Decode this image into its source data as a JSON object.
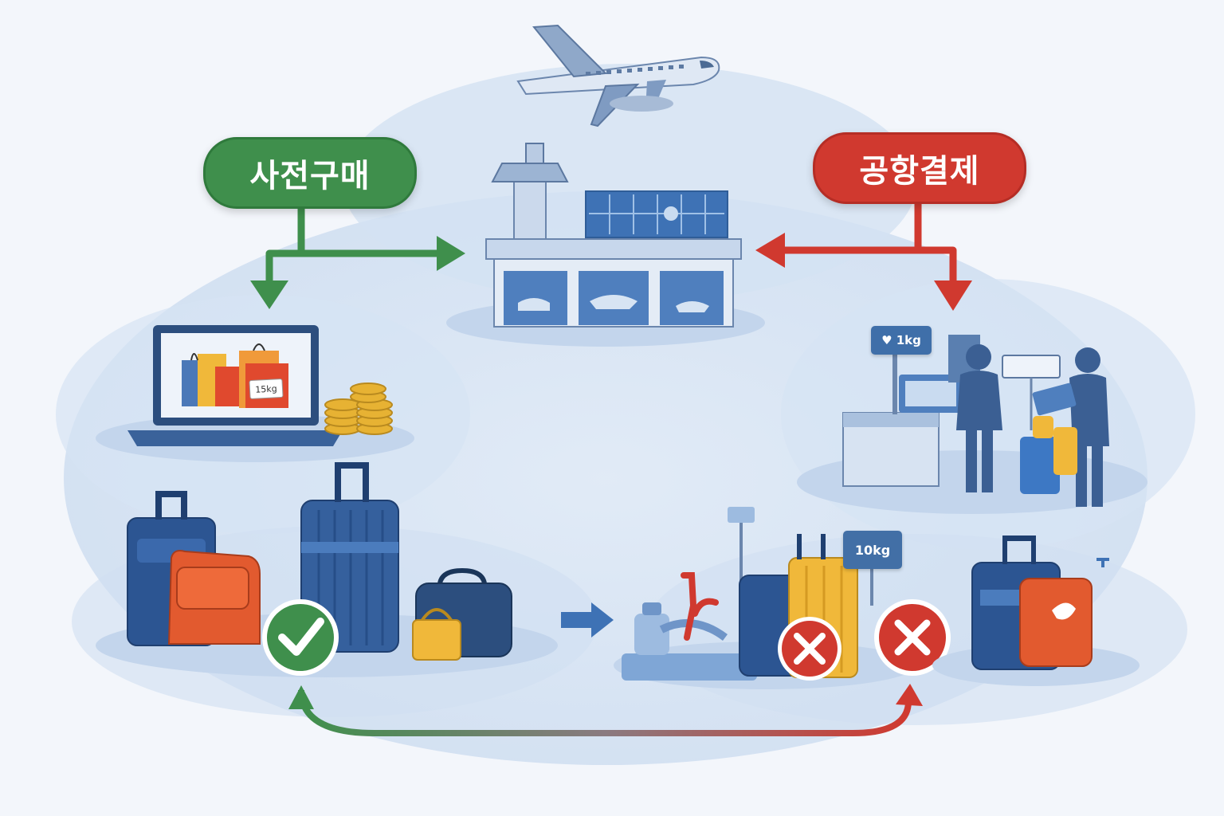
{
  "labels": {
    "pre_purchase": "사전구매",
    "airport_payment": "공항결제"
  },
  "tags": {
    "shopping_weight": "15kg",
    "counter_weight": "1kg",
    "scale_weight": "10kg"
  },
  "icons": {
    "approve": "check-circle-icon",
    "reject_1": "x-circle-icon",
    "reject_2": "x-circle-icon"
  },
  "colors": {
    "pre_purchase": "#3f8f4c",
    "airport_payment": "#d0392f",
    "accent_blue": "#3e72b5"
  }
}
